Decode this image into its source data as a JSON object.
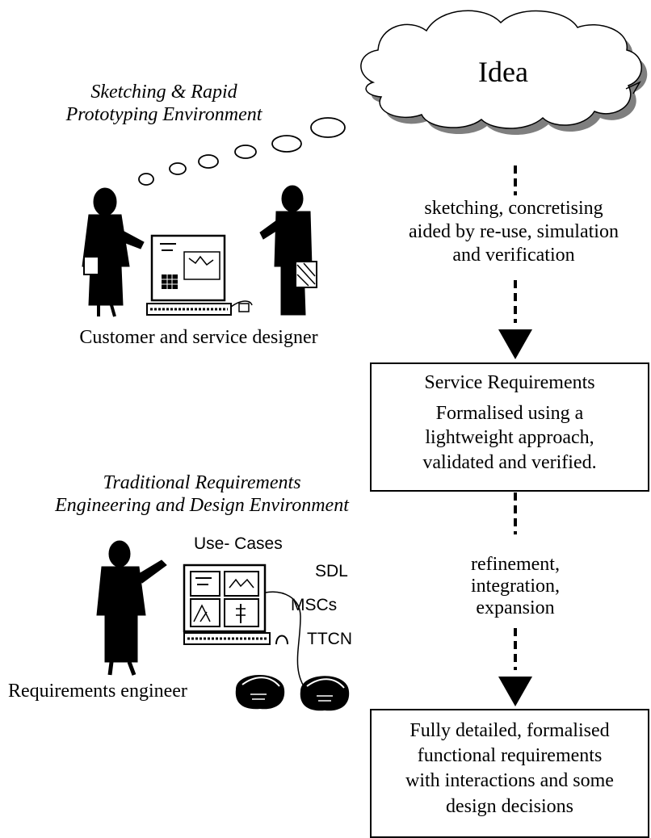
{
  "cloud": {
    "label": "Idea"
  },
  "sketching_environment": {
    "title_line1": "Sketching & Rapid",
    "title_line2": "Prototyping Environment",
    "caption": "Customer and service designer"
  },
  "step1_label": {
    "line1": "sketching, concretising",
    "line2": "aided by re-use, simulation",
    "line3": "and verification"
  },
  "service_requirements_box": {
    "title": "Service Requirements",
    "line1": "Formalised using a",
    "line2": "lightweight approach,",
    "line3": "validated and verified."
  },
  "traditional_environment": {
    "title_line1": "Traditional Requirements",
    "title_line2": "Engineering and Design Environment",
    "caption": "Requirements engineer",
    "labels": {
      "use_cases": "Use- Cases",
      "sdl": "SDL",
      "mscs": "MSCs",
      "ttcn": "TTCN"
    }
  },
  "step2_label": {
    "line1": "refinement,",
    "line2": "integration,",
    "line3": "expansion"
  },
  "final_box": {
    "line1": "Fully detailed, formalised",
    "line2": "functional requirements",
    "line3": "with interactions and some",
    "line4": "design decisions"
  }
}
